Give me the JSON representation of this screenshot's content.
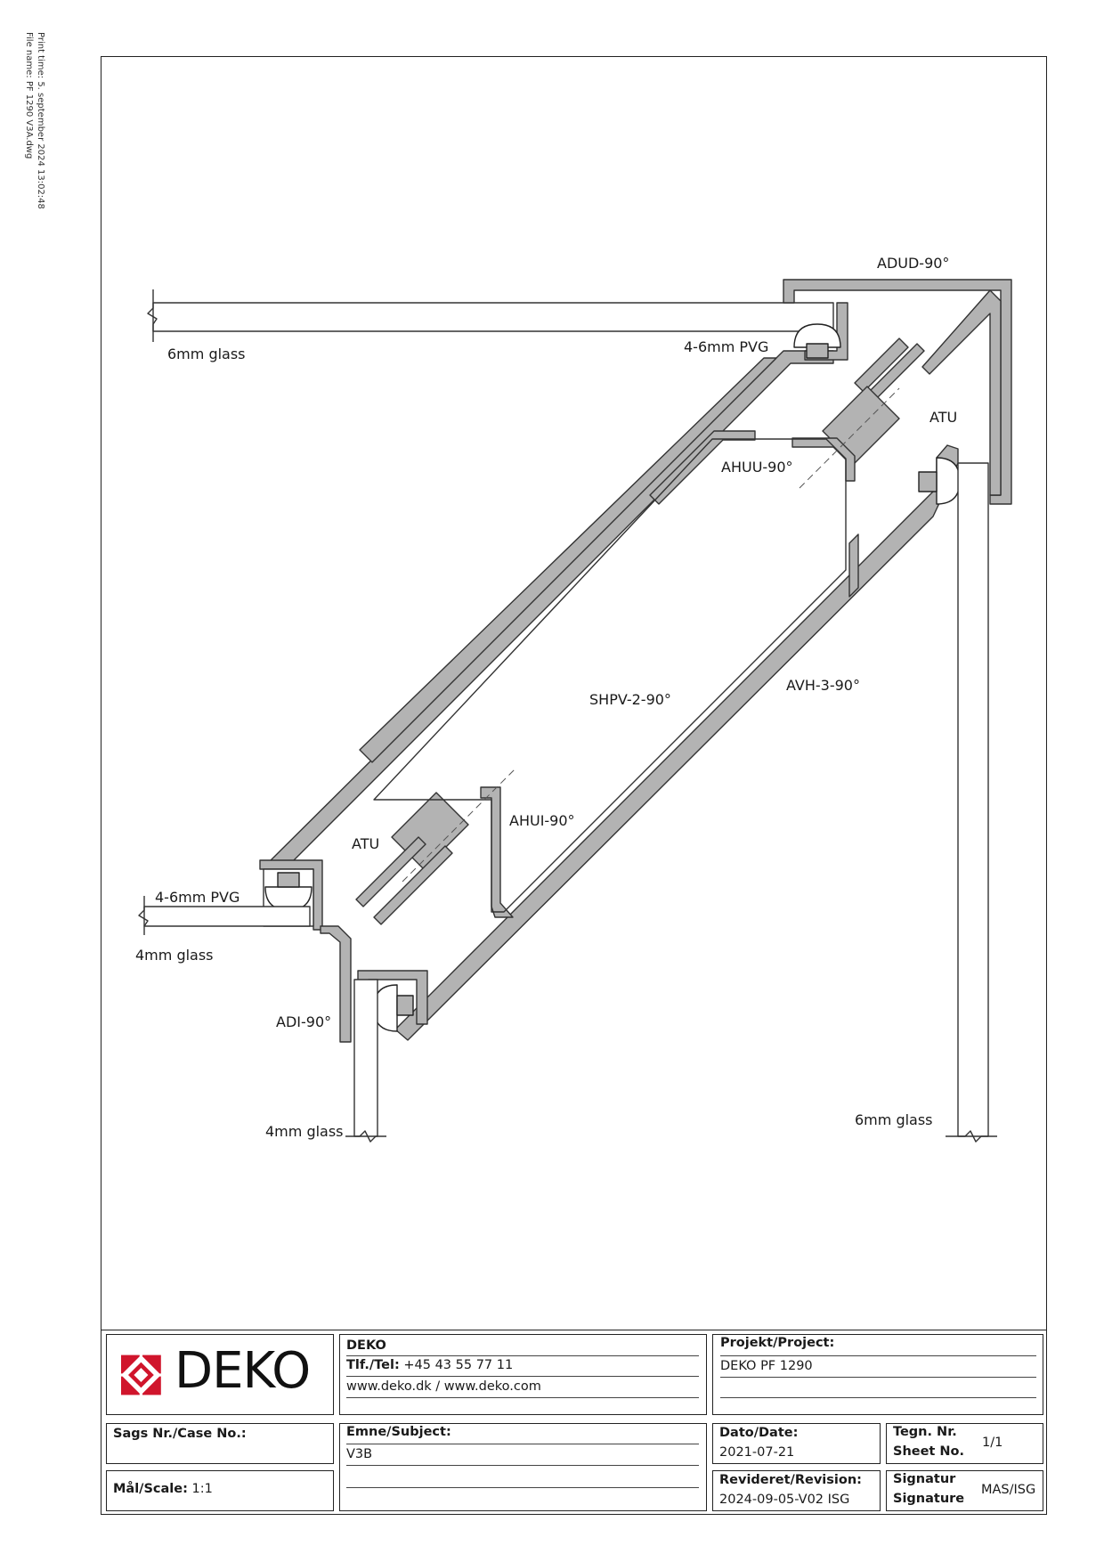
{
  "print_meta": {
    "print_time": "Print time: 5. september 2024 13:02:48",
    "file_name": "File name: PF 1290 V3A.dwg"
  },
  "labels": {
    "adud": "ADUD-90°",
    "glass_6mm_top": "6mm glass",
    "pvg_top": "4-6mm PVG",
    "atu_top": "ATU",
    "ahuu": "AHUU-90°",
    "shpv": "SHPV-2-90°",
    "avh": "AVH-3-90°",
    "ahui": "AHUI-90°",
    "atu_bottom": "ATU",
    "pvg_bottom": "4-6mm PVG",
    "glass_4mm_left": "4mm glass",
    "adi": "ADI-90°",
    "glass_4mm_bottom": "4mm glass",
    "glass_6mm_right": "6mm glass"
  },
  "title_block": {
    "logo_text": "DEKO",
    "company": "DEKO",
    "tel_label": "Tlf./Tel:",
    "tel_value": "+45 43 55 77 11",
    "web": "www.deko.dk / www.deko.com",
    "project_label": "Projekt/Project:",
    "project_value": "DEKO PF 1290",
    "case_label": "Sags Nr./Case No.:",
    "subject_label": "Emne/Subject:",
    "subject_value": "V3B",
    "date_label": "Dato/Date:",
    "date_value": "2021-07-21",
    "sheet_label_1": "Tegn. Nr.",
    "sheet_label_2": "Sheet No.",
    "sheet_value": "1/1",
    "scale_label": "Mål/Scale:",
    "scale_value": "1:1",
    "revision_label": "Revideret/Revision:",
    "revision_value": "2024-09-05-V02 ISG",
    "signature_label_1": "Signatur",
    "signature_label_2": "Signature",
    "signature_value": "MAS/ISG"
  },
  "colors": {
    "profile_fill": "#b3b3b3",
    "profile_stroke": "#333333",
    "logo_red": "#d0152c"
  }
}
